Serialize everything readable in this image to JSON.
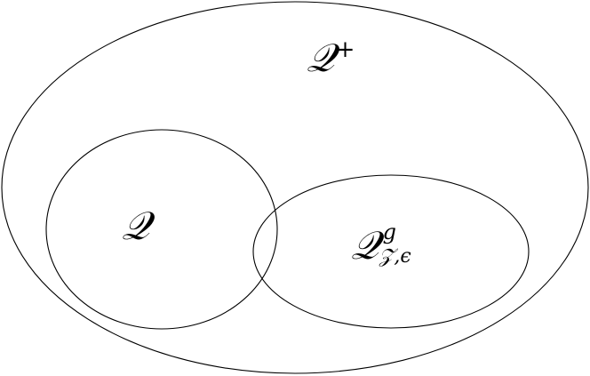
{
  "diagram": {
    "sets": {
      "outer": {
        "base": "𝒬",
        "superscript": "+"
      },
      "left": {
        "base": "𝒬"
      },
      "right": {
        "base": "𝒬",
        "superscript": "g",
        "subscript": "𝒵,ϵ"
      }
    },
    "stroke_color": "#000000",
    "background_color": "#ffffff"
  }
}
